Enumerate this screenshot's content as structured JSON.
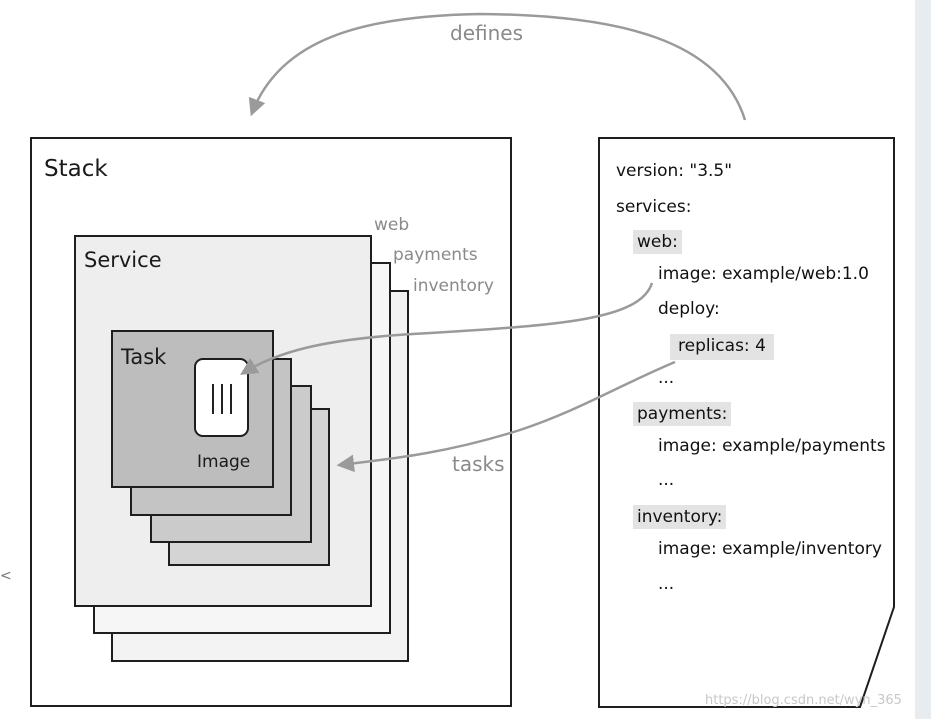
{
  "diagram": {
    "arrow_defines_label": "defines",
    "arrow_tasks_label": "tasks",
    "stack": {
      "title": "Stack"
    },
    "services": {
      "title": "Service",
      "labels": [
        "web",
        "payments",
        "inventory"
      ]
    },
    "task": {
      "title": "Task",
      "image_label": "Image"
    },
    "compose": {
      "lines": [
        "version: \"3.5\"",
        "services:",
        "web:",
        "image: example/web:1.0",
        "deploy:",
        "replicas: 4",
        "...",
        "payments:",
        "image: example/payments",
        "...",
        "inventory:",
        "image: example/inventory",
        "..."
      ]
    },
    "watermark": "https://blog.csdn.net/wyn_365",
    "left_mark": "<",
    "colors": {
      "stroke": "#1e1e1e",
      "arrow": "#9a9a9a",
      "muted_text": "#8a8a8a",
      "highlight": "#e3e3e3"
    }
  }
}
